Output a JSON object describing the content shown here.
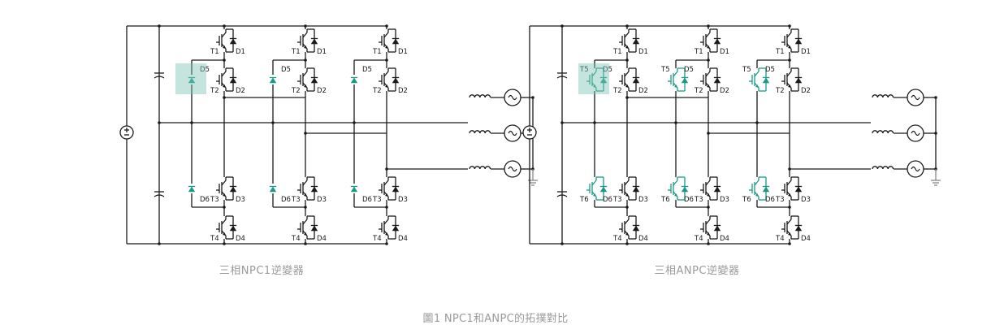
{
  "diagrams": [
    {
      "name": "npc1",
      "caption": "三相NPC1逆變器",
      "highlight_color": "#7fc4b5",
      "switch_labels": [
        "T1",
        "T2",
        "T3",
        "T4"
      ],
      "diode_labels": [
        "D1",
        "D2",
        "D3",
        "D4"
      ],
      "clamp_diode_labels": [
        "D5",
        "D6"
      ],
      "clamp_type": "diode"
    },
    {
      "name": "anpc",
      "caption": "三相ANPC逆變器",
      "highlight_color": "#7fc4b5",
      "switch_labels": [
        "T1",
        "T2",
        "T3",
        "T4"
      ],
      "diode_labels": [
        "D1",
        "D2",
        "D3",
        "D4"
      ],
      "clamp_switch_labels": [
        "T5",
        "T6"
      ],
      "clamp_diode_labels": [
        "D5",
        "D6"
      ],
      "clamp_type": "active"
    }
  ],
  "colors": {
    "wire": "#1a1a1a",
    "accent": "#1a9a86",
    "caption": "#9a9a9a"
  },
  "figure_caption": "圖1 NPC1和ANPC的拓撲對比"
}
